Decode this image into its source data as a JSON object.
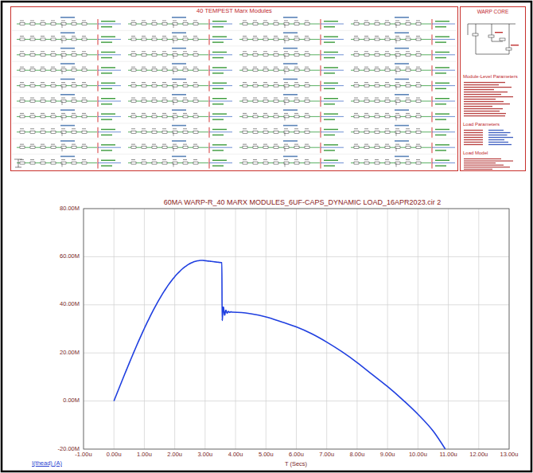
{
  "diagram": {
    "nodes": [
      {
        "text": [
          "40 TEMPEST Marx Modules"
        ]
      },
      {
        "text": [
          "WARP CORE",
          "Module-Level Parameters",
          "Load Parameters",
          "Load Model"
        ]
      }
    ],
    "labels": [
      "60MA WARP-R_40 MARX MODULES_6UF-CAPS_DYNAMIC LOAD_16APR2023.cir 2",
      "80.00M",
      "60.00M",
      "40.00M",
      "20.00M",
      "0.00M",
      "-20.00M",
      "-1.00u",
      "0.00u",
      "1.00u",
      "2.00u",
      "3.00u",
      "4.00u",
      "5.00u",
      "6.00u",
      "7.00u",
      "8.00u",
      "9.00u",
      "10.00u",
      "11.00u",
      "12.00u",
      "13.00u",
      "I(thead) (A)",
      "T (Secs)"
    ]
  }
}
